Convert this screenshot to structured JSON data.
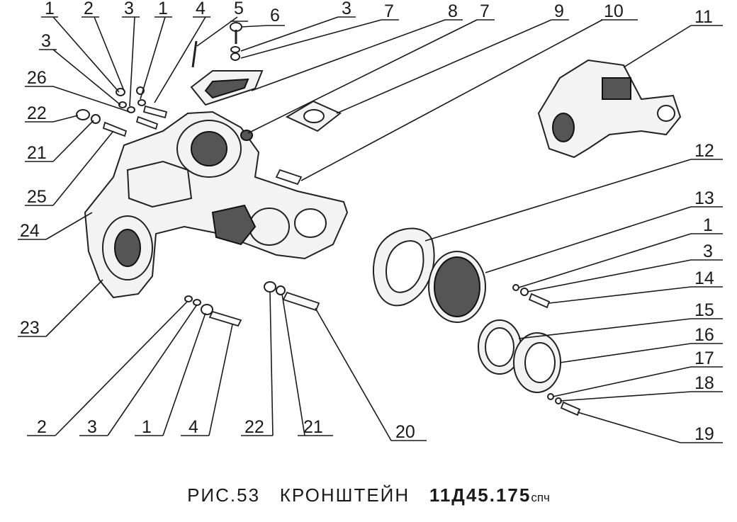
{
  "figure": {
    "caption_prefix": "РИС.53",
    "caption_title": "КРОНШТЕЙН",
    "caption_code": "11Д45.175",
    "caption_suffix": "спч"
  },
  "callouts": [
    {
      "id": "c1a",
      "text": "1"
    },
    {
      "id": "c2a",
      "text": "2"
    },
    {
      "id": "c3a",
      "text": "3"
    },
    {
      "id": "c1b",
      "text": "1"
    },
    {
      "id": "c4a",
      "text": "4"
    },
    {
      "id": "c5",
      "text": "5"
    },
    {
      "id": "c6",
      "text": "6"
    },
    {
      "id": "c3b",
      "text": "3"
    },
    {
      "id": "c7a",
      "text": "7"
    },
    {
      "id": "c8",
      "text": "8"
    },
    {
      "id": "c7b",
      "text": "7"
    },
    {
      "id": "c9",
      "text": "9"
    },
    {
      "id": "c10",
      "text": "10"
    },
    {
      "id": "c11",
      "text": "11"
    },
    {
      "id": "c3c",
      "text": "3"
    },
    {
      "id": "c26",
      "text": "26"
    },
    {
      "id": "c22a",
      "text": "22"
    },
    {
      "id": "c21a",
      "text": "21"
    },
    {
      "id": "c25",
      "text": "25"
    },
    {
      "id": "c24",
      "text": "24"
    },
    {
      "id": "c23",
      "text": "23"
    },
    {
      "id": "c12",
      "text": "12"
    },
    {
      "id": "c13",
      "text": "13"
    },
    {
      "id": "c1c",
      "text": "1"
    },
    {
      "id": "c3d",
      "text": "3"
    },
    {
      "id": "c14",
      "text": "14"
    },
    {
      "id": "c15",
      "text": "15"
    },
    {
      "id": "c16",
      "text": "16"
    },
    {
      "id": "c17",
      "text": "17"
    },
    {
      "id": "c18",
      "text": "18"
    },
    {
      "id": "c19",
      "text": "19"
    },
    {
      "id": "c2b",
      "text": "2"
    },
    {
      "id": "c3e",
      "text": "3"
    },
    {
      "id": "c1d",
      "text": "1"
    },
    {
      "id": "c4b",
      "text": "4"
    },
    {
      "id": "c22b",
      "text": "22"
    },
    {
      "id": "c21b",
      "text": "21"
    },
    {
      "id": "c20",
      "text": "20"
    }
  ]
}
